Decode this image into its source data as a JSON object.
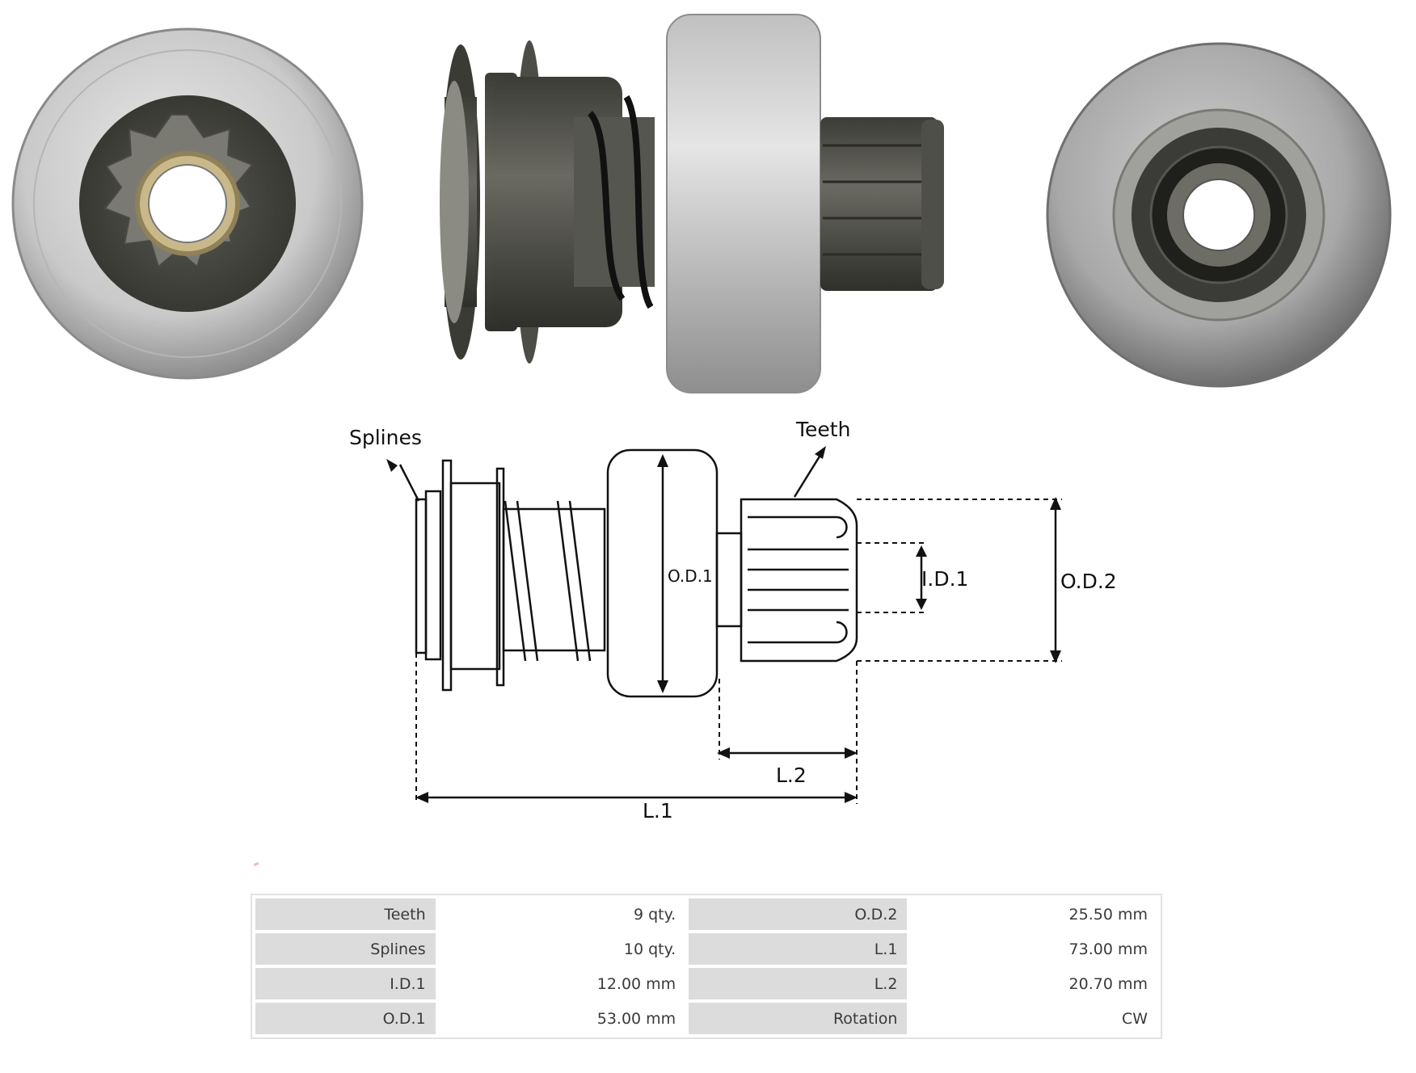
{
  "photos": {
    "front": "starter-drive-front-view",
    "side": "starter-drive-side-view",
    "back": "starter-drive-rear-view"
  },
  "diagram": {
    "splines": "Splines",
    "teeth": "Teeth",
    "od1": "O.D.1",
    "od2": "O.D.2",
    "id1": "I.D.1",
    "l1": "L.1",
    "l2": "L.2"
  },
  "specs": [
    {
      "label1": "Teeth",
      "value1": "9 qty.",
      "label2": "O.D.2",
      "value2": "25.50 mm"
    },
    {
      "label1": "Splines",
      "value1": "10 qty.",
      "label2": "L.1",
      "value2": "73.00 mm"
    },
    {
      "label1": "I.D.1",
      "value1": "12.00 mm",
      "label2": "L.2",
      "value2": "20.70 mm"
    },
    {
      "label1": "O.D.1",
      "value1": "53.00 mm",
      "label2": "Rotation",
      "value2": "CW"
    }
  ],
  "colors": {
    "steel_light": "#d7d7d7",
    "steel_mid": "#a9a9a9",
    "steel_dark": "#5f5f5f",
    "gear_dark": "#3e3f39",
    "table_key_bg": "#dcdcdc"
  }
}
